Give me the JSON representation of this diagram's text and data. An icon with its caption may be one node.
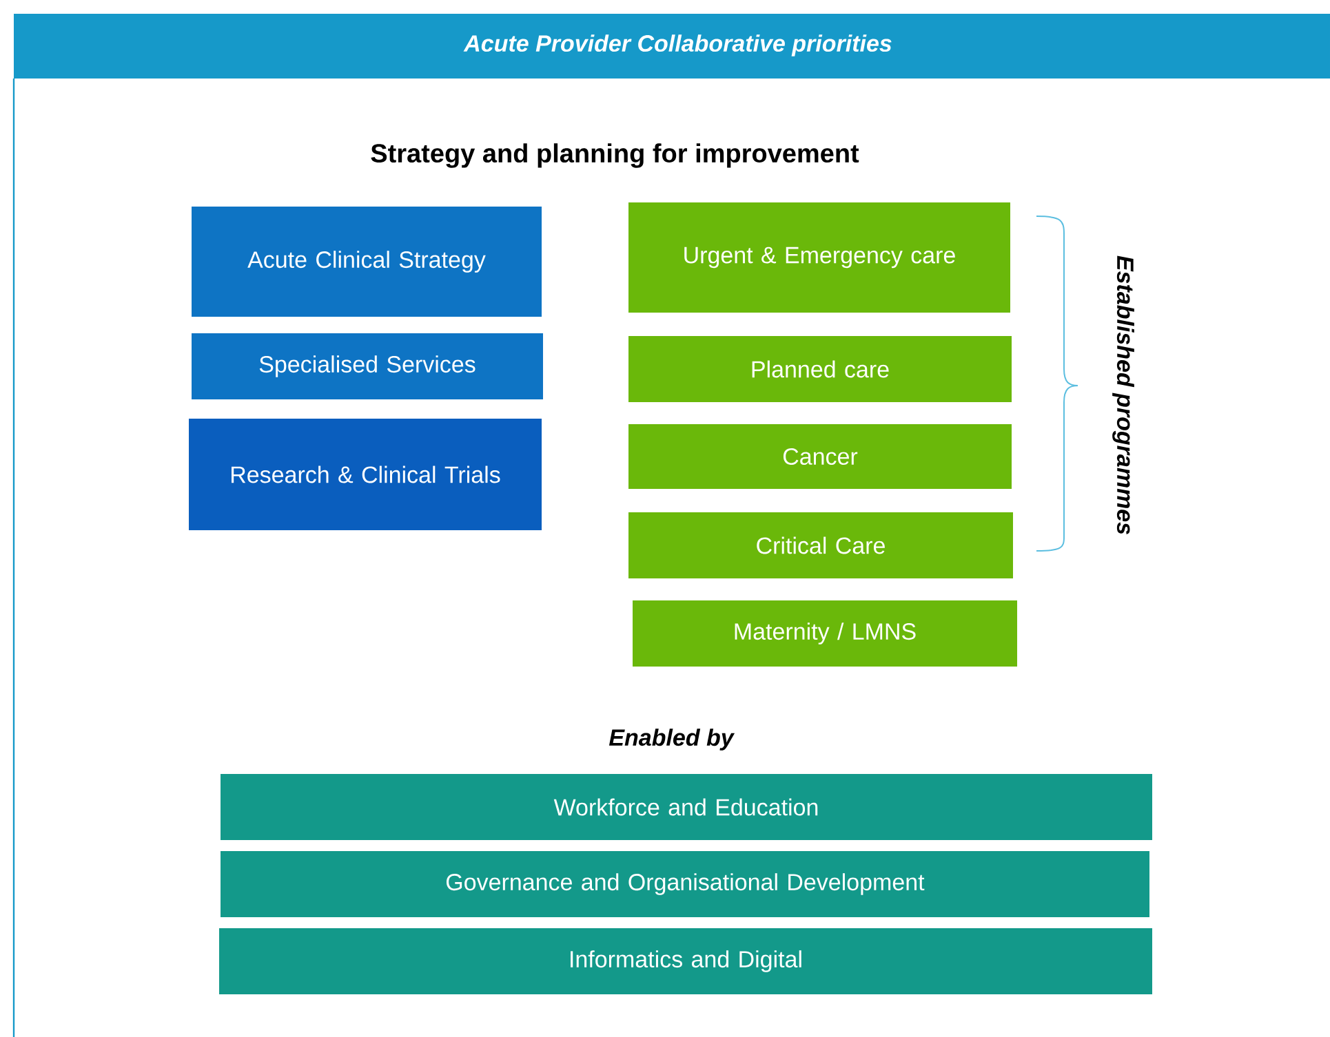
{
  "diagram": {
    "title": "Acute Provider Collaborative priorities",
    "nodes": [
      {
        "text": [
          "Acute Clinical Strategy"
        ]
      },
      {
        "text": [
          "Specialised Services"
        ]
      },
      {
        "text": [
          "Research & Clinical Trials"
        ]
      },
      {
        "text": [
          "Urgent & Emergency care"
        ]
      },
      {
        "text": [
          "Planned care"
        ]
      },
      {
        "text": [
          "Cancer"
        ]
      },
      {
        "text": [
          "Critical Care"
        ]
      },
      {
        "text": [
          "Maternity / LMNS"
        ]
      },
      {
        "text": [
          "Workforce and Education"
        ]
      },
      {
        "text": [
          "Governance and Organisational Development"
        ]
      },
      {
        "text": [
          "Informatics and Digital"
        ]
      }
    ],
    "labels": [
      "Strategy and planning for improvement",
      "Established programmes",
      "Enabled by"
    ]
  }
}
